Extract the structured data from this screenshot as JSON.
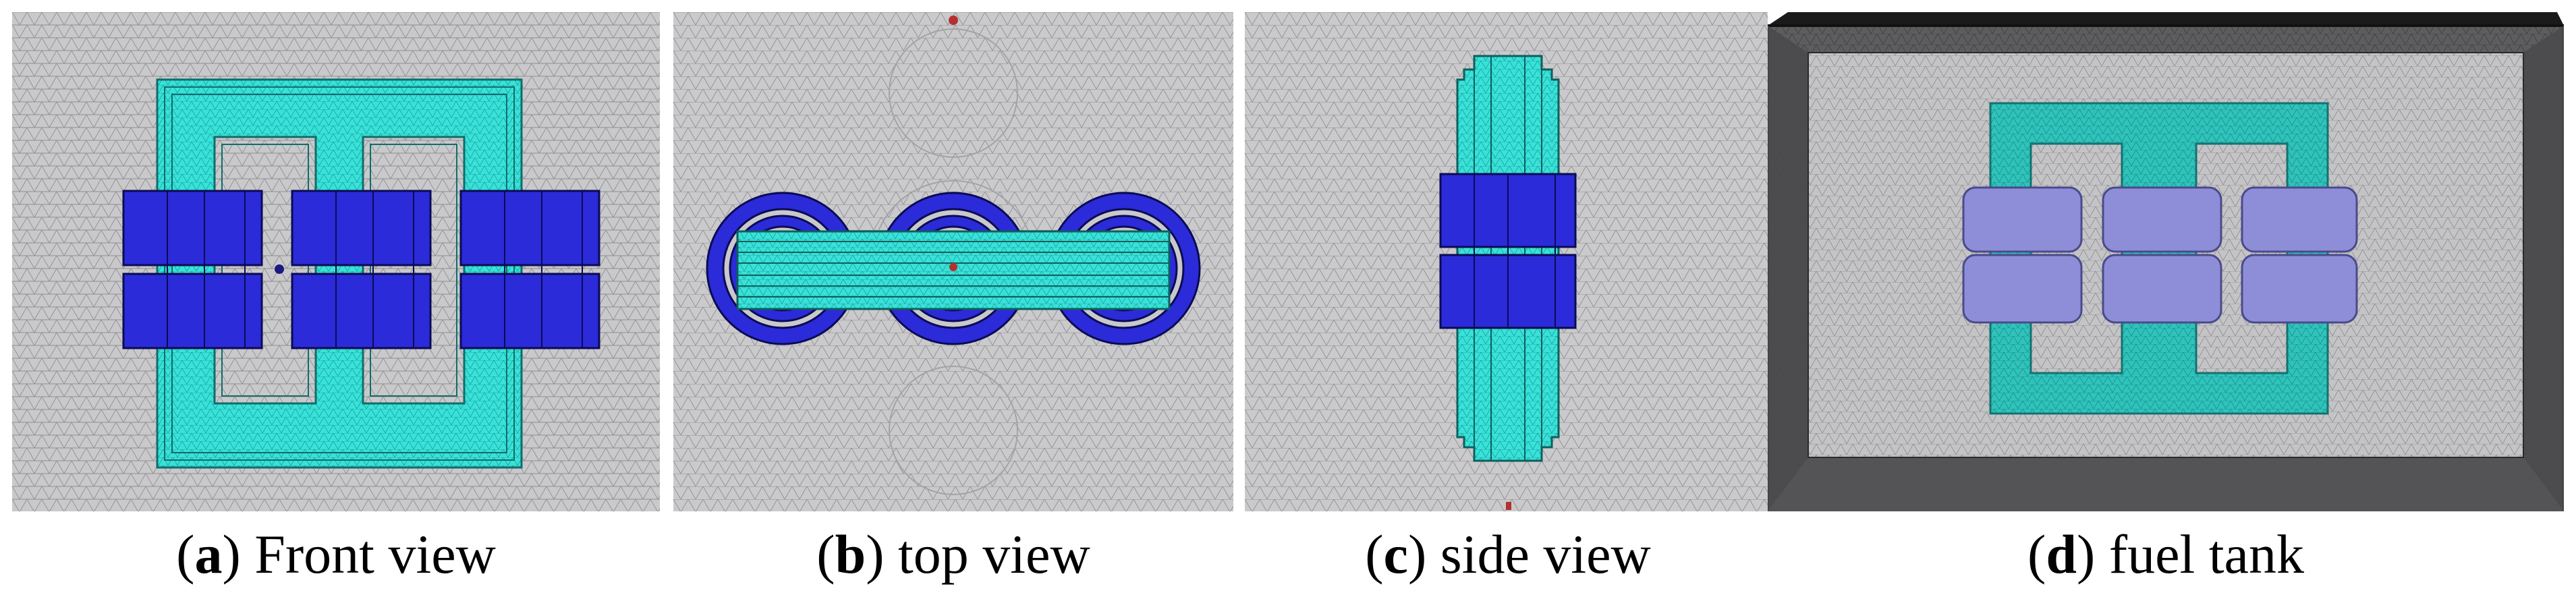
{
  "figure": {
    "panels": [
      {
        "letter": "a",
        "title": "Front view"
      },
      {
        "letter": "b",
        "title": "top view"
      },
      {
        "letter": "c",
        "title": "side view"
      },
      {
        "letter": "d",
        "title": "fuel tank"
      }
    ]
  },
  "colors": {
    "mesh_background": "#c9c9cb",
    "mesh_lines": "#8d8d90",
    "core_cyan": "#35e3d9",
    "core_teal_dark": "#1aa6a4",
    "winding_blue": "#2b2bd9",
    "winding_blue_dark": "#101070",
    "tank_gray": "#3a3a3a",
    "winding_translucent": "#8e8ed8"
  }
}
